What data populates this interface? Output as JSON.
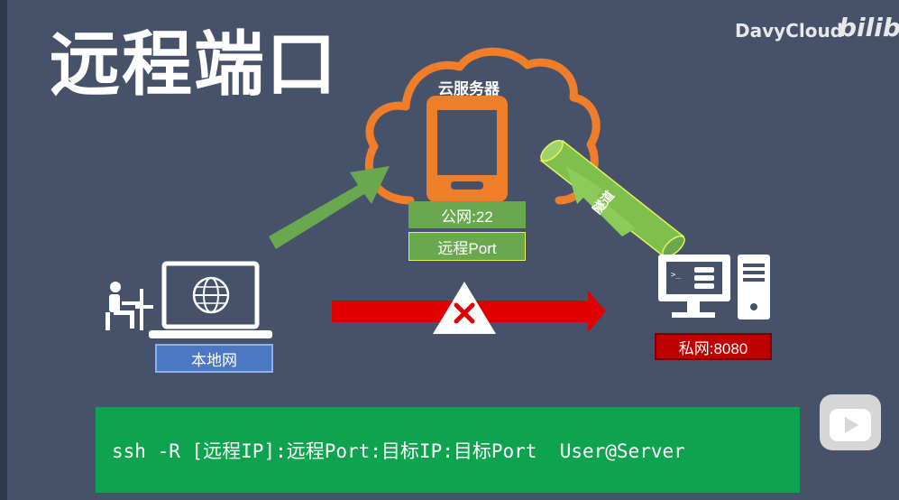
{
  "slide": {
    "title": "远程端口",
    "watermark": "DavyCloud",
    "watermark_logo": "bilibili"
  },
  "diagram": {
    "cloud_label": "云服务器",
    "public_label": "公网:22",
    "remote_port_label": "远程Port",
    "local_label": "本地网",
    "private_label": "私网:8080",
    "tunnel_label": "隧道",
    "blocked_mark": "×"
  },
  "command": {
    "text": "ssh -R [远程IP]:远程Port:目标IP:目标Port  User@Server"
  },
  "icons": {
    "cloud": "cloud-icon",
    "server": "phone-server-icon",
    "laptop": "laptop-globe-icon",
    "person": "person-at-desk-icon",
    "desktop": "desktop-computer-icon",
    "warning": "warning-triangle-icon",
    "play": "play-button-icon"
  },
  "colors": {
    "background": "#45526a",
    "cloud_outline": "#f07d2a",
    "green_arrow": "#6aa84f",
    "red_arrow": "#e00000",
    "command_box": "#0ea44f",
    "local_label": "#4a78c2",
    "private_label": "#c00000"
  }
}
